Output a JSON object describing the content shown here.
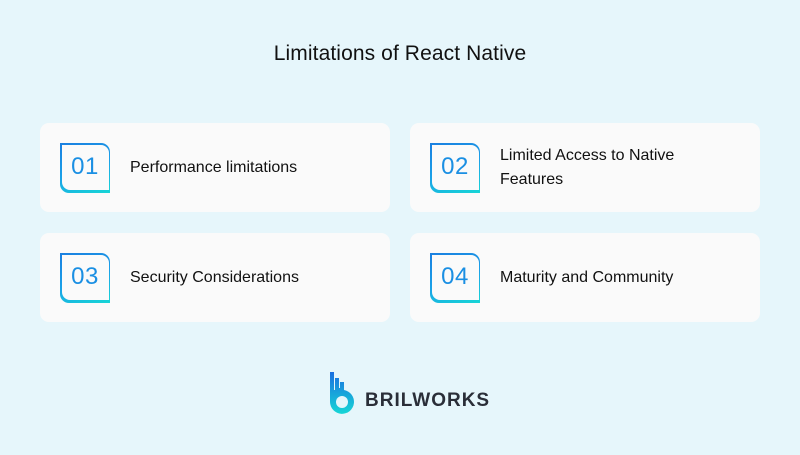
{
  "header": {
    "title": "Limitations of React Native"
  },
  "items": [
    {
      "number": "01",
      "label": "Performance limitations"
    },
    {
      "number": "02",
      "label": "Limited Access to Native Features"
    },
    {
      "number": "03",
      "label": "Security Considerations"
    },
    {
      "number": "04",
      "label": "Maturity and Community"
    }
  ],
  "brand": {
    "name": "BRILWORKS",
    "icon": "brilworks-logo-icon"
  },
  "colors": {
    "background": "#e6f6fb",
    "card": "#fafafa",
    "accent_blue": "#1a8fe3",
    "accent_cyan": "#17d6d6",
    "text": "#111111"
  }
}
